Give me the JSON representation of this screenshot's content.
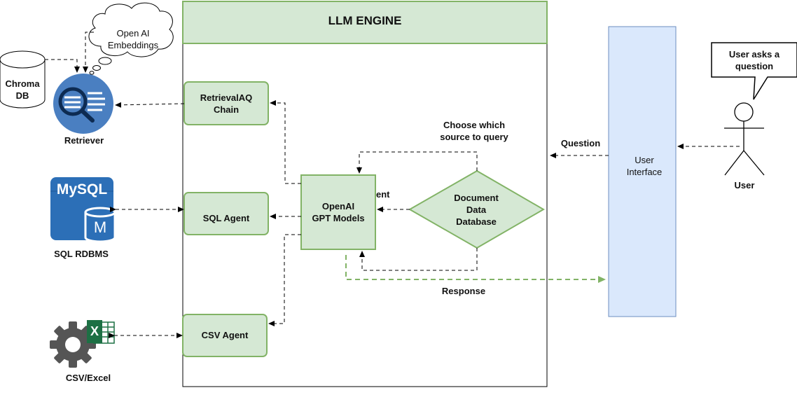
{
  "engine": {
    "title": "LLM ENGINE"
  },
  "nodes": {
    "retrieval_chain": "RetrievalAQ\nChain",
    "sql_agent": "SQL Agent",
    "csv_agent": "CSV Agent",
    "openai_models": "OpenAI\nGPT Models",
    "decision": "Document\nData\nDatabase",
    "user_interface": "User\nInterface"
  },
  "external": {
    "chroma_db": "Chroma\nDB",
    "embeddings": "Open AI\nEmbeddings",
    "retriever": "Retriever",
    "mysql_logo": "MySQL",
    "mysql_db_letter": "M",
    "sql_rdbms": "SQL RDBMS",
    "excel_letter": "X",
    "csv_excel": "CSV/Excel",
    "user": "User",
    "user_callout": "User asks a\nquestion"
  },
  "edges": {
    "choose_source": "Choose which\nsource to query",
    "question": "Question",
    "response": "Response",
    "partial_label": "ent"
  },
  "colors": {
    "node_fill": "#d5e8d4",
    "node_stroke": "#82b366",
    "ui_fill": "#dae8fc",
    "ui_stroke": "#6c8ebf",
    "retriever_blue": "#4a7fc1",
    "mysql_blue": "#2c6fb7",
    "excel_green": "#1d7044",
    "gear_gray": "#555555"
  }
}
